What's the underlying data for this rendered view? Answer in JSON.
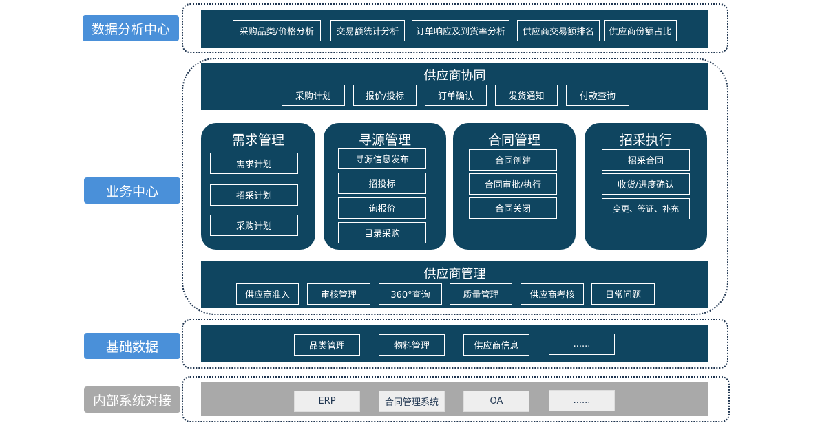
{
  "analysis": {
    "label": "数据分析中心",
    "items": [
      "采购品类/价格分析",
      "交易额统计分析",
      "订单响应及到货率分析",
      "供应商交易额排名",
      "供应商份额占比"
    ]
  },
  "business": {
    "label": "业务中心",
    "collab": {
      "title": "供应商协同",
      "items": [
        "采购计划",
        "报价/投标",
        "订单确认",
        "发货通知",
        "付款查询"
      ]
    },
    "modules": [
      {
        "title": "需求管理",
        "items": [
          "需求计划",
          "招采计划",
          "采购计划"
        ]
      },
      {
        "title": "寻源管理",
        "items": [
          "寻源信息发布",
          "招投标",
          "询报价",
          "目录采购"
        ]
      },
      {
        "title": "合同管理",
        "items": [
          "合同创建",
          "合同审批/执行",
          "合同关闭"
        ]
      },
      {
        "title": "招采执行",
        "items": [
          "招采合同",
          "收货/进度确认",
          "变更、签证、补充"
        ]
      }
    ],
    "supplier": {
      "title": "供应商管理",
      "items": [
        "供应商准入",
        "审核管理",
        "360°查询",
        "质量管理",
        "供应商考核",
        "日常问题"
      ]
    }
  },
  "basic": {
    "label": "基础数据",
    "items": [
      "品类管理",
      "物料管理",
      "供应商信息",
      "......"
    ]
  },
  "internal": {
    "label": "内部系统对接",
    "items": [
      "ERP",
      "合同管理系统",
      "OA",
      "......"
    ]
  },
  "colors": {
    "band": "#0f4560",
    "side_blue": "#4a90d9",
    "side_gray": "#a9a9a9",
    "light_box": "#eeeeee"
  }
}
